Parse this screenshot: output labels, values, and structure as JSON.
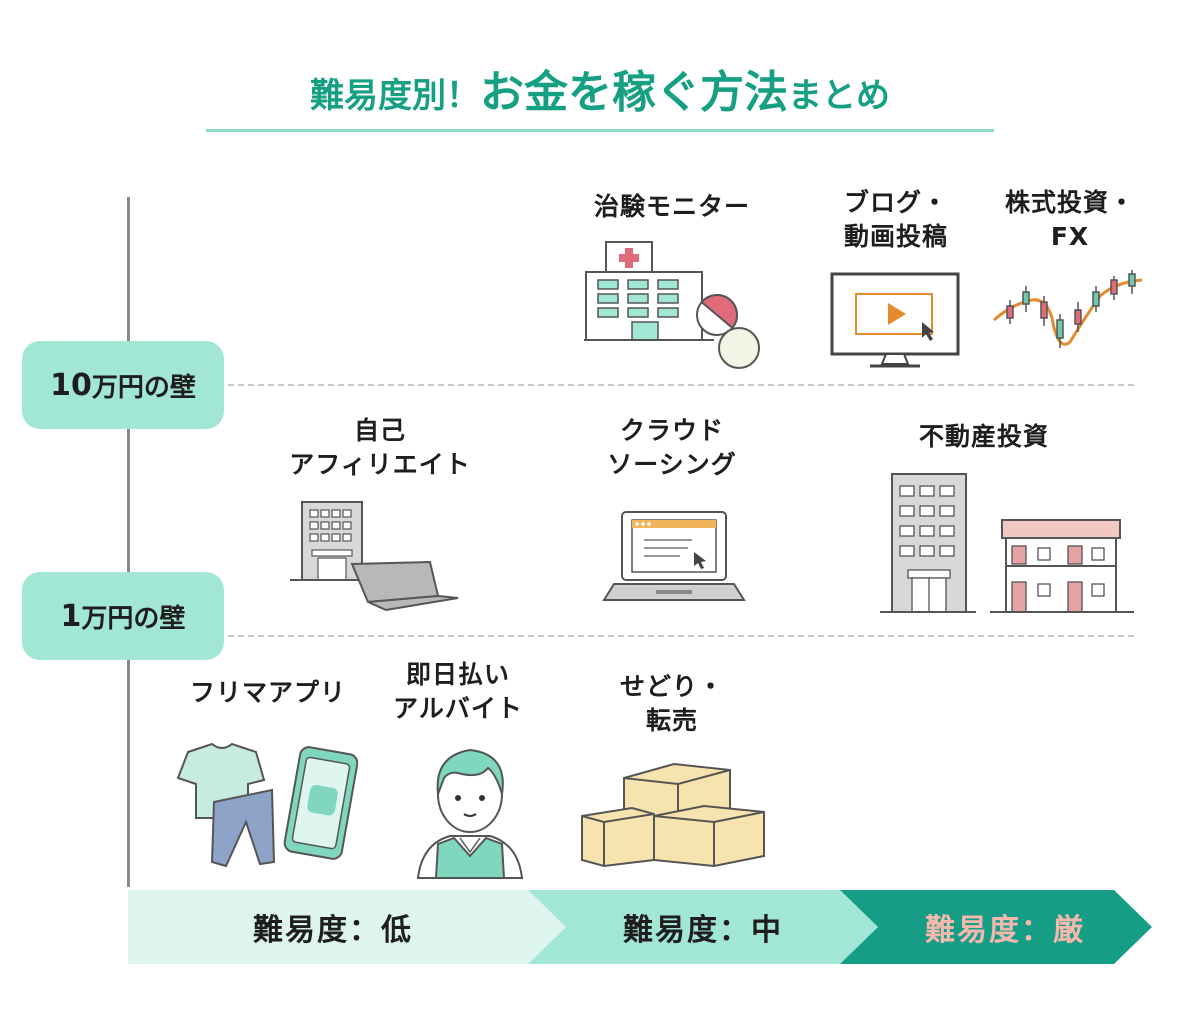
{
  "header": {
    "title_prefix": "難易度別！",
    "title_main": "お金を稼ぐ方法",
    "title_suffix": "まとめ"
  },
  "thresholds": {
    "upper": {
      "amount": "10",
      "unit": "万円の壁"
    },
    "lower": {
      "amount": "1",
      "unit": "万円の壁"
    }
  },
  "items": {
    "chiken": "治験モニター",
    "blog": "ブログ・\n動画投稿",
    "stock": "株式投資・\nFX",
    "affiliate": "自己\nアフィリエイト",
    "crowd": "クラウド\nソーシング",
    "realestate": "不動産投資",
    "flea": "フリマアプリ",
    "parttime": "即日払い\nアルバイト",
    "sedori": "せどり・\n転売"
  },
  "difficulty": {
    "low": "難易度：低",
    "mid": "難易度：中",
    "high": "難易度：厳"
  },
  "colors": {
    "accent": "#15a083",
    "tier_badge": "#a2e6d6",
    "bar_low": "#def5ef",
    "bar_mid": "#a2e6d6",
    "bar_high": "#169d86",
    "high_text": "#f5b8ad"
  }
}
